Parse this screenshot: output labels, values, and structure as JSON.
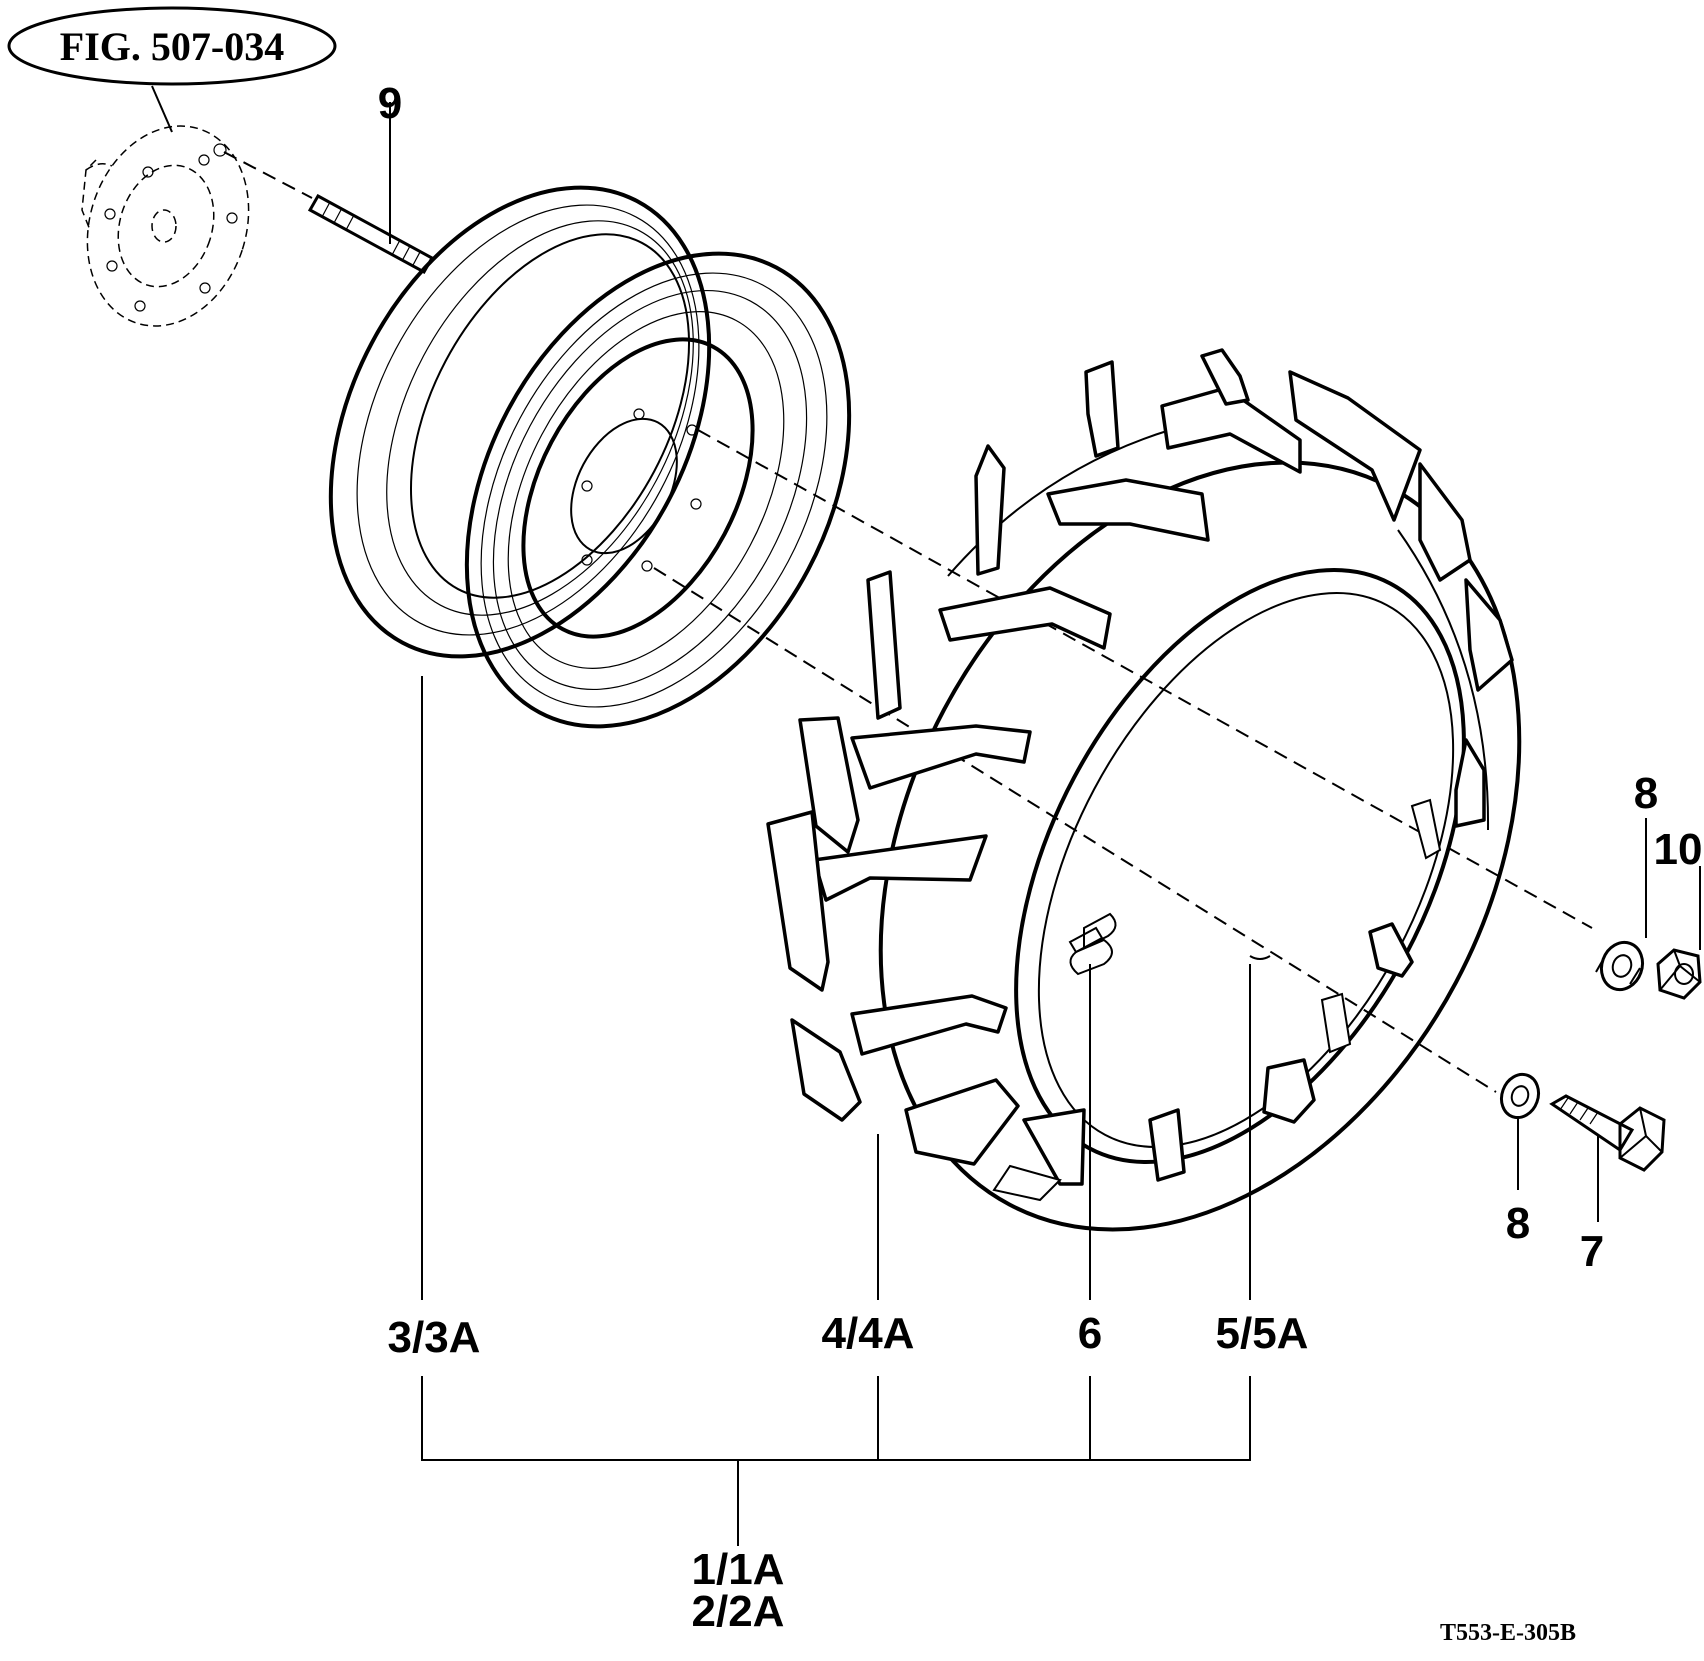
{
  "figure_ref": "FIG. 507-034",
  "drawing_number": "T553-E-305B",
  "callouts": {
    "stud": "9",
    "washer_upper": "8",
    "nut": "10",
    "washer_lower": "8",
    "bolt": "7",
    "rim": "3/3A",
    "tire": "4/4A",
    "valve": "6",
    "tube": "5/5A",
    "assembly_a": "1/1A",
    "assembly_b": "2/2A"
  }
}
